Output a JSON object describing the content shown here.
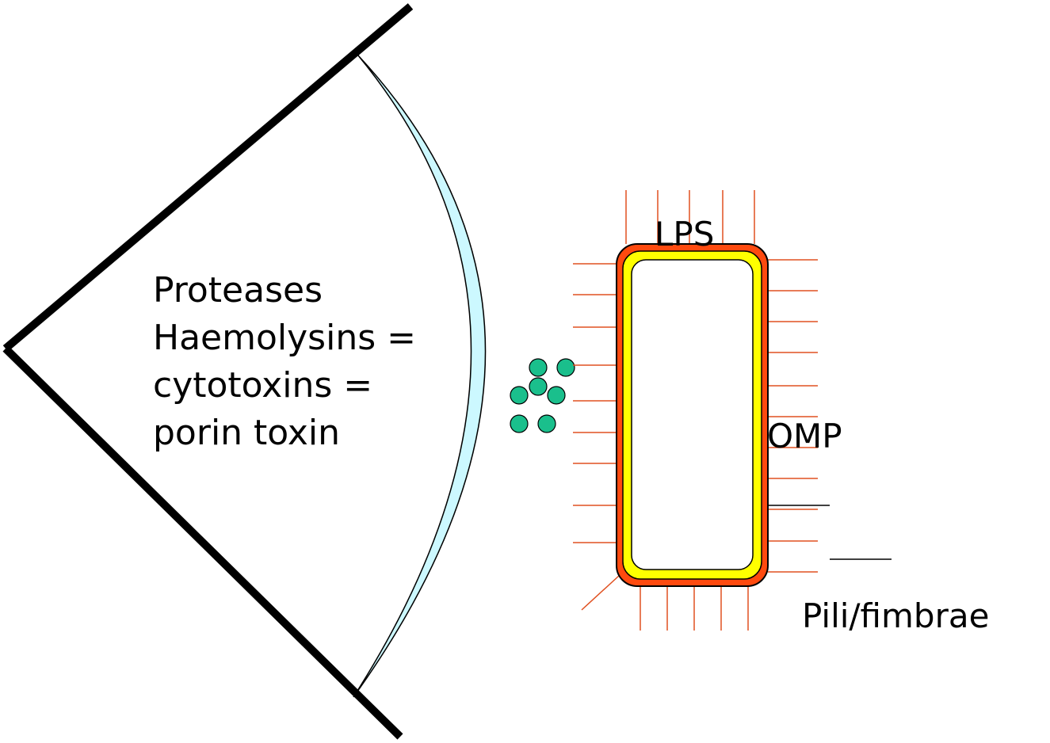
{
  "labels": {
    "toxins": [
      "Proteases",
      "Haemolysins =",
      "cytotoxins =",
      "porin toxin"
    ],
    "lps": "LPS",
    "omp": "OMP",
    "pili": "Pili/fimbrae"
  },
  "colors": {
    "host_cell_outline": "#000000",
    "membrane_fill": "#ccf8ff",
    "outer_membrane": "#ff4a0f",
    "inner_layer": "#ffff00",
    "toxin_particle": "#1abf8c",
    "pili_line": "#e05020"
  }
}
